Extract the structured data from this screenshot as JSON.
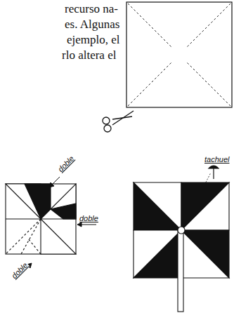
{
  "diagram": {
    "labels": [
      "recurso na-",
      "es. Algunas",
      "ejemplo, el",
      "rlo altera el",
      "doble",
      "doble",
      "doble",
      "tachuel"
    ]
  }
}
